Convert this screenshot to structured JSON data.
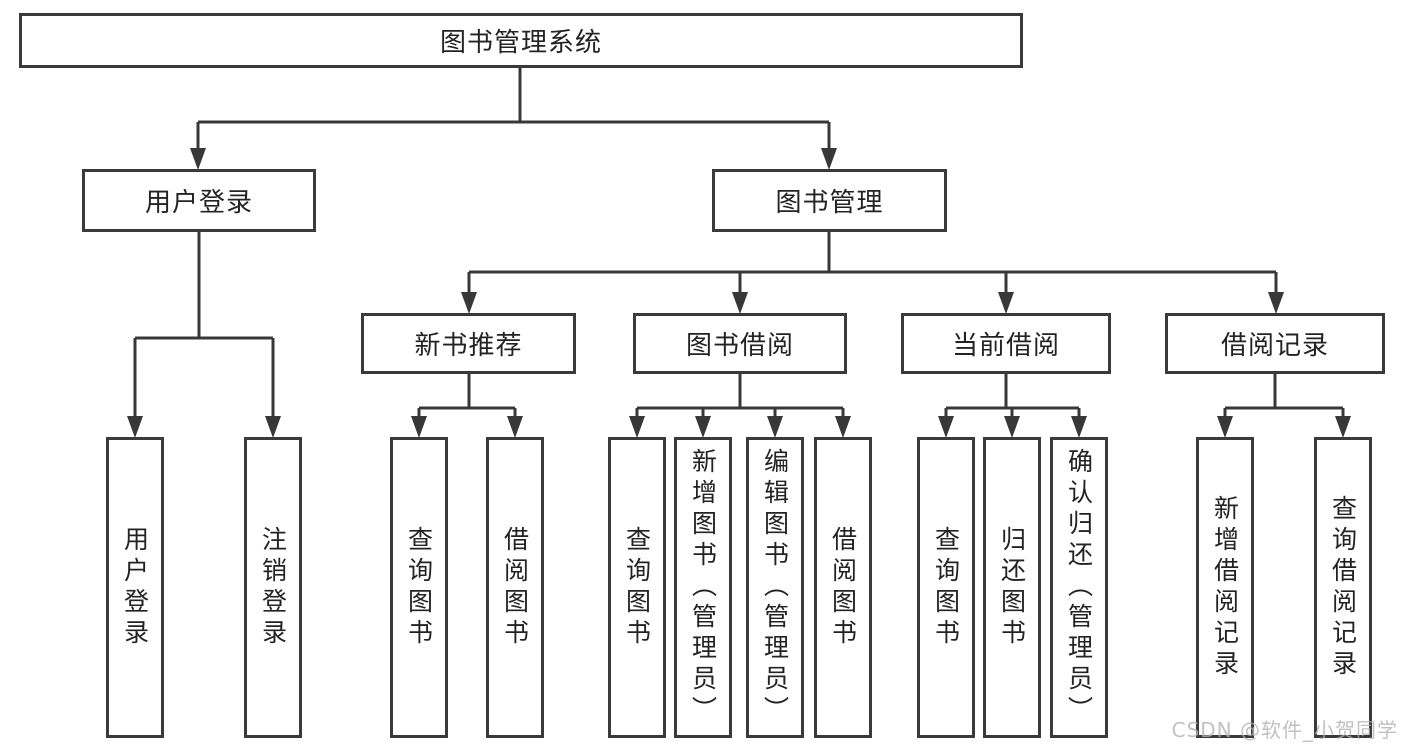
{
  "diagram": {
    "nodes": {
      "root": "图书管理系统",
      "user_login": "用户登录",
      "book_management": "图书管理",
      "new_book_recommend": "新书推荐",
      "book_borrowing": "图书借阅",
      "current_borrowing": "当前借阅",
      "borrow_records": "借阅记录",
      "leaf_user_login": "用户登录",
      "leaf_logout": "注销登录",
      "leaf_query_books_a": "查询图书",
      "leaf_borrow_books_a": "借阅图书",
      "leaf_query_books_b": "查询图书",
      "leaf_add_books_admin": "新增图书（管理员）",
      "leaf_edit_books_admin": "编辑图书（管理员）",
      "leaf_borrow_books_b": "借阅图书",
      "leaf_query_books_c": "查询图书",
      "leaf_return_books": "归还图书",
      "leaf_confirm_return_admin": "确认归还（管理员）",
      "leaf_add_borrow_record": "新增借阅记录",
      "leaf_query_borrow_record": "查询借阅记录"
    },
    "hierarchy": {
      "图书管理系统": [
        "用户登录",
        "图书管理"
      ],
      "用户登录": [
        "用户登录",
        "注销登录"
      ],
      "图书管理": [
        "新书推荐",
        "图书借阅",
        "当前借阅",
        "借阅记录"
      ],
      "新书推荐": [
        "查询图书",
        "借阅图书"
      ],
      "图书借阅": [
        "查询图书",
        "新增图书（管理员）",
        "编辑图书（管理员）",
        "借阅图书"
      ],
      "当前借阅": [
        "查询图书",
        "归还图书",
        "确认归还（管理员）"
      ],
      "借阅记录": [
        "新增借阅记录",
        "查询借阅记录"
      ]
    },
    "colors": {
      "line": "#383838",
      "box_border": "#3a3a3a",
      "box_fill": "#ffffff",
      "text": "#232323",
      "watermark": "#b2b2b2"
    }
  },
  "watermark": "CSDN @软件_小贺同学"
}
